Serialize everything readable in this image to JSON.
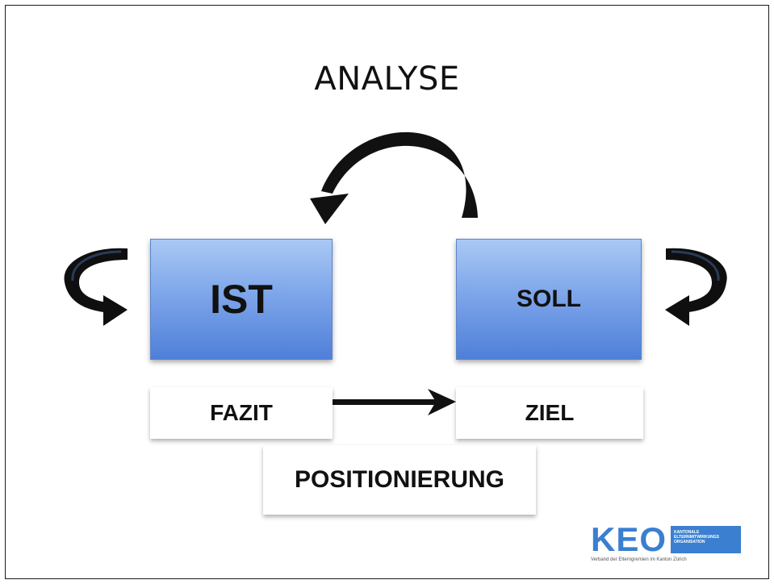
{
  "title": "ANALYSE",
  "boxes": {
    "ist": "IST",
    "soll": "SOLL",
    "fazit": "FAZIT",
    "ziel": "ZIEL",
    "positionierung": "POSITIONIERUNG"
  },
  "logo": {
    "name": "KEO",
    "badge_text": "KANTONALE\nELTERNMITWIRKUNGS\nORGANISATION",
    "subtitle": "Verband der Elterngremien im Kanton Zürich"
  },
  "arrows": [
    "soll-to-ist-curved-arrow",
    "ist-loop-arrow",
    "soll-loop-arrow",
    "fazit-to-ziel-arrow"
  ],
  "colors": {
    "box_blue": "#7ea6ea",
    "logo_blue": "#3a7fd0"
  }
}
